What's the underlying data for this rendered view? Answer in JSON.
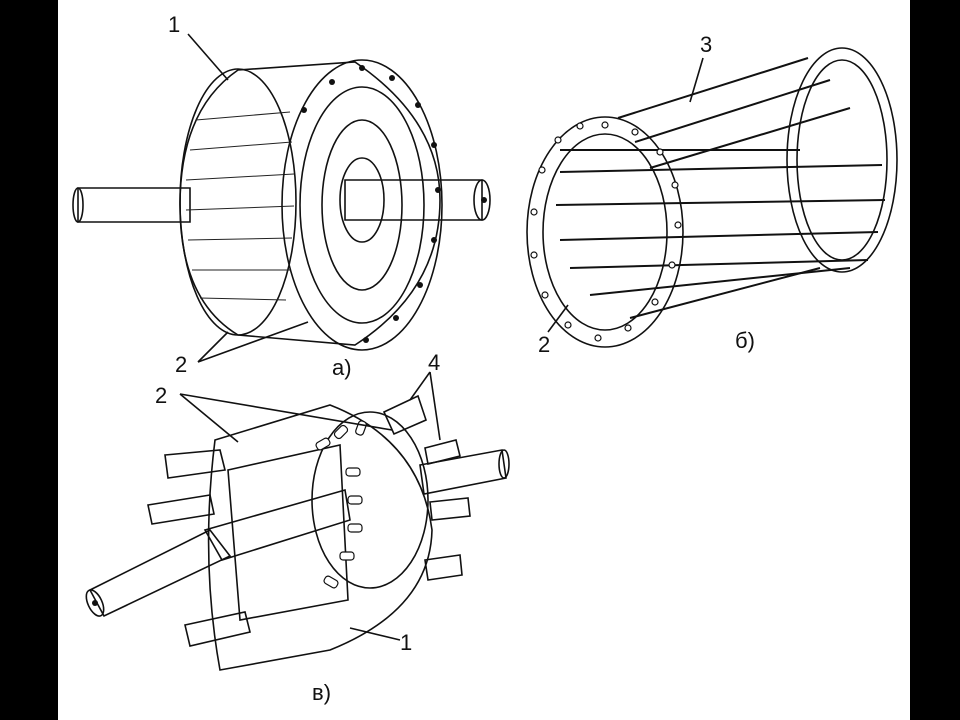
{
  "figure": {
    "panels": [
      {
        "id": "a",
        "caption": "а)"
      },
      {
        "id": "b",
        "caption": "б)"
      },
      {
        "id": "v",
        "caption": "в)"
      }
    ],
    "callouts": {
      "a_1": "1",
      "a_2": "2",
      "b_3": "3",
      "b_2": "2",
      "v_2": "2",
      "v_4": "4",
      "v_1": "1"
    }
  }
}
